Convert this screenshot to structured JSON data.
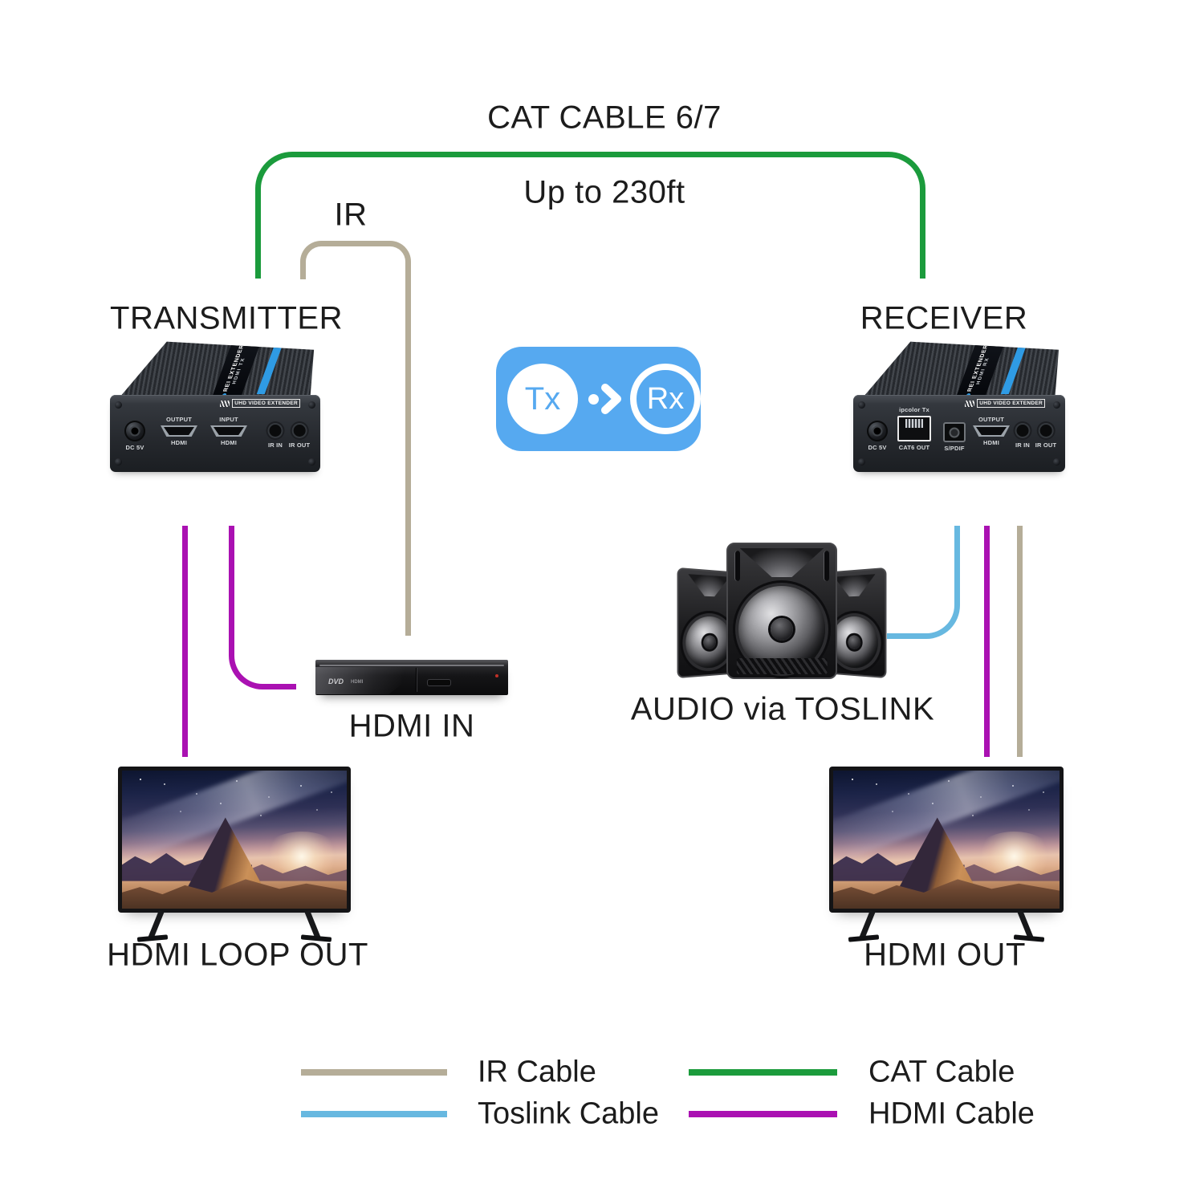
{
  "labels": {
    "cat_cable_title": "CAT CABLE 6/7",
    "distance": "Up to 230ft",
    "ir": "IR",
    "transmitter": "TRANSMITTER",
    "receiver": "RECEIVER",
    "hdmi_in": "HDMI IN",
    "audio": "AUDIO via TOSLINK",
    "hdmi_loop_out": "HDMI LOOP OUT",
    "hdmi_out": "HDMI OUT"
  },
  "badge": {
    "tx": "Tx",
    "rx": "Rx"
  },
  "transmitter_device": {
    "brand": "REI EXTENDER",
    "model": "HDMI TX",
    "edge_tag": "UHD VIDEO EXTENDER",
    "dc": "DC 5V",
    "port1_top": "OUTPUT",
    "port1_bottom": "HDMI",
    "port2_top": "INPUT",
    "port2_bottom": "HDMI",
    "ir_in": "IR IN",
    "ir_out": "IR OUT"
  },
  "receiver_device": {
    "brand": "REI EXTENDER",
    "model": "HDMI RX",
    "edge_tag": "UHD VIDEO EXTENDER",
    "dc": "DC 5V",
    "rj45_top": "ipcolor Tx",
    "rj45_bottom": "CAT6 OUT",
    "spdif": "S/PDIF",
    "port_top": "OUTPUT",
    "port_bottom": "HDMI",
    "ir_in": "IR IN",
    "ir_out": "IR OUT"
  },
  "dvd_player": {
    "logo": "DVD",
    "logo2": "HDMI"
  },
  "legend": {
    "items": [
      {
        "label": "IR Cable",
        "color_key": "ir"
      },
      {
        "label": "Toslink Cable",
        "color_key": "toslink"
      },
      {
        "label": "CAT Cable",
        "color_key": "cat"
      },
      {
        "label": "HDMI Cable",
        "color_key": "hdmi"
      }
    ]
  },
  "colors": {
    "cat": "#1b9b3c",
    "ir": "#b5ad98",
    "toslink": "#67b8e0",
    "hdmi": "#aa11b2",
    "badge_blue": "#56a9f0"
  }
}
